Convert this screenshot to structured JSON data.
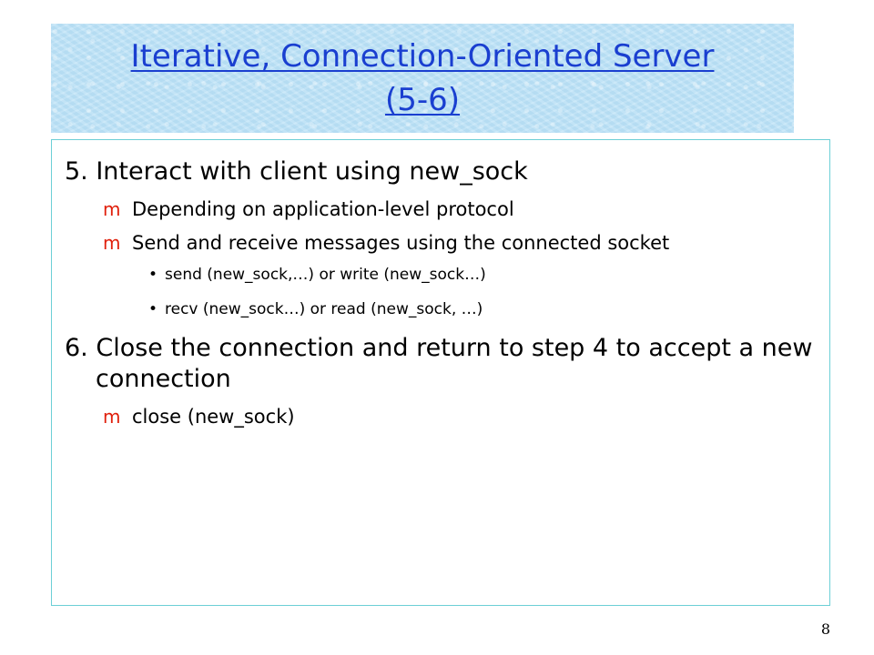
{
  "title": {
    "line1": "Iterative, Connection-Oriented Server",
    "line2": "(5-6)"
  },
  "bullet_glyph": "m",
  "subbullet_glyph": "•",
  "content": {
    "item5": {
      "text": "5. Interact with client using new_sock",
      "sub1": "Depending on application-level protocol",
      "sub2": "Send and receive messages using the connected socket",
      "code1": "send (new_sock,…) or write (new_sock…)",
      "code2": "recv (new_sock…) or read (new_sock, …)"
    },
    "item6": {
      "text": "6. Close the connection and return to step 4 to accept a new connection",
      "sub1": "close (new_sock)"
    }
  },
  "page_number": "8",
  "colors": {
    "title_text": "#1a3fd0",
    "title_bg": "#bfe3f7",
    "bullet": "#e0200c",
    "box_border": "#6ccfd6"
  }
}
